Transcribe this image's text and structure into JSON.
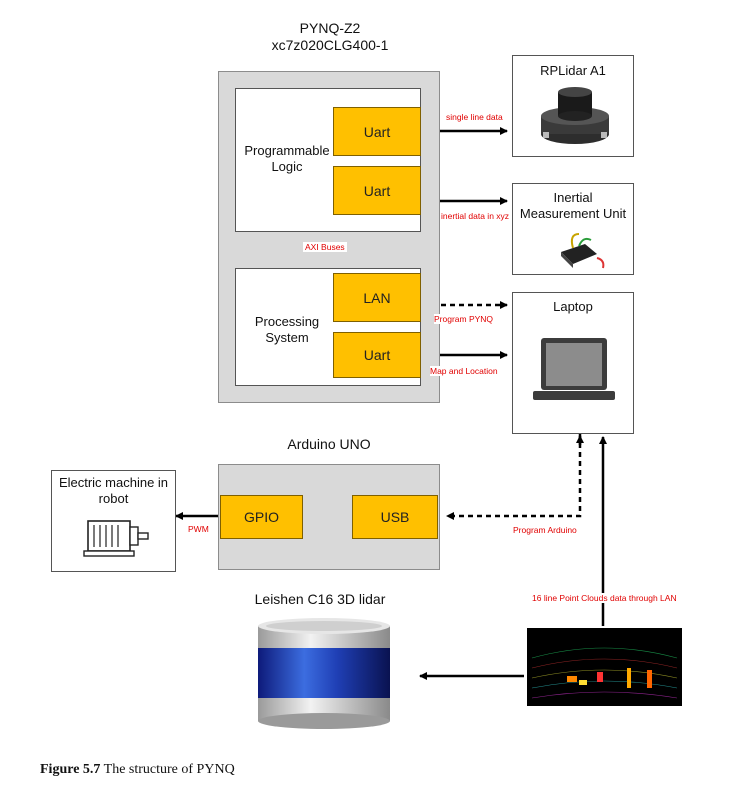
{
  "pynq": {
    "title_line1": "PYNQ-Z2",
    "title_line2": "xc7z020CLG400-1",
    "pl_label_line1": "Programmable",
    "pl_label_line2": "Logic",
    "pl_uart1": "Uart",
    "pl_uart2": "Uart",
    "ps_label_line1": "Processing",
    "ps_label_line2": "System",
    "ps_lan": "LAN",
    "ps_uart": "Uart",
    "axi_label": "AXI Buses"
  },
  "rplidar": {
    "title": "RPLidar A1"
  },
  "imu": {
    "title_line1": "Inertial",
    "title_line2": "Measurement Unit"
  },
  "laptop": {
    "title": "Laptop"
  },
  "arduino": {
    "title": "Arduino UNO",
    "gpio": "GPIO",
    "usb": "USB"
  },
  "motor": {
    "title_line1": "Electric machine in",
    "title_line2": "robot"
  },
  "leishen": {
    "title": "Leishen C16 3D lidar"
  },
  "edges": {
    "single_line": "single line data",
    "inertial": "inertial data in xyz",
    "program_pynq": "Program PYNQ",
    "map_location": "Map and Location",
    "program_arduino": "Program Arduino",
    "pwm": "PWM",
    "point_cloud": "16 line Point Clouds data through LAN"
  },
  "caption": {
    "prefix": "Figure 5.7",
    "text": " The structure of PYNQ"
  },
  "colors": {
    "module": "#ffc000",
    "board": "#d9d9d9",
    "edge_label": "#e10000"
  }
}
